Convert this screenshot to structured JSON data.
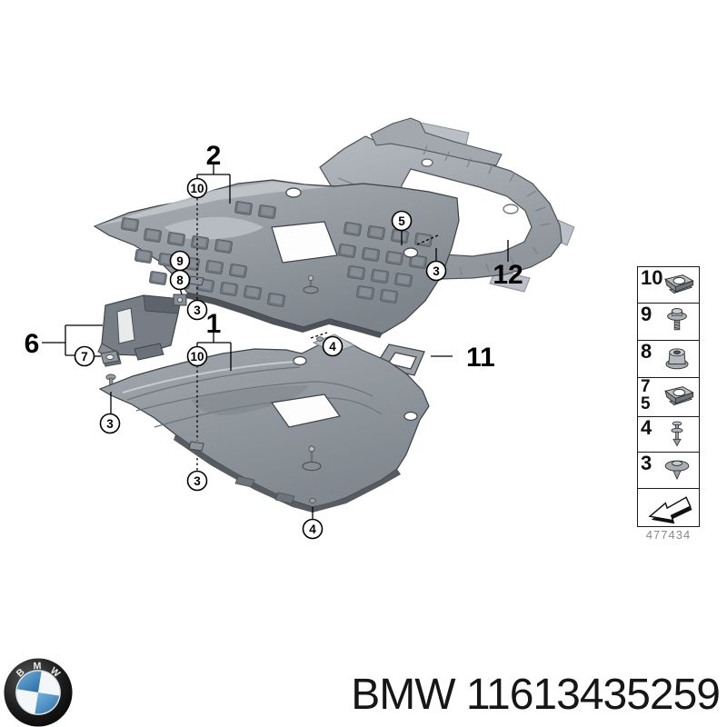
{
  "diagram": {
    "part_labels": {
      "plate_upper": "2",
      "plate_lower": "1",
      "bracket": "6",
      "gasket": "11",
      "frame": "12"
    },
    "callouts": {
      "c10_upper": "10",
      "c9": "9",
      "c8": "8",
      "c3_upper": "3",
      "c5": "5",
      "c3_frame": "3",
      "c4_upper": "4",
      "c10_lower": "10",
      "c7": "7",
      "c3_left": "3",
      "c3_lower": "3",
      "c4_lower": "4"
    }
  },
  "legend": {
    "rows": [
      {
        "number": "10",
        "icon": "speed-nut-clip-icon"
      },
      {
        "number": "9",
        "icon": "hex-bolt-washer-icon"
      },
      {
        "number": "8",
        "icon": "flanged-plastic-nut-icon"
      },
      {
        "number": "7",
        "number2": "5",
        "icon": "speed-nut-clip-icon"
      },
      {
        "number": "4",
        "icon": "expansion-rivet-icon"
      },
      {
        "number": "3",
        "icon": "push-rivet-icon"
      },
      {
        "icon": "direction-of-travel-arrow-icon"
      }
    ],
    "diagram_number": "477434"
  },
  "footer": {
    "logo_letters": {
      "b": "B",
      "m": "M",
      "w": "W"
    },
    "part_text": "BMW 11613435259"
  },
  "colors": {
    "background": "#ffffff",
    "part_gray": "#959ca2",
    "part_gray_dark": "#6d747b",
    "part_gray_light": "#c3c8cc",
    "outline": "#33383e",
    "callout_line": "#000000",
    "bmw_blue": "#3d7fb5",
    "footer_text": "#161616",
    "diagram_number_gray": "#8a8a8a"
  }
}
